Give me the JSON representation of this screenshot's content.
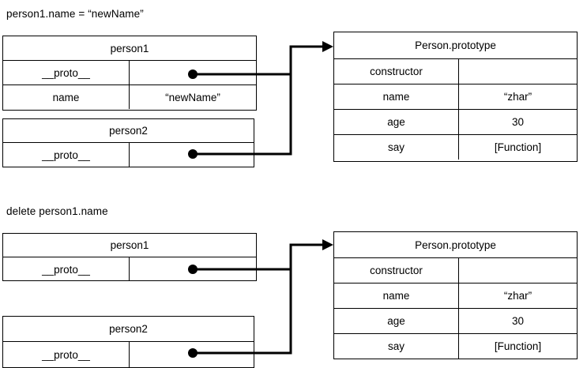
{
  "diagram": {
    "title_assign": "person1.name = “newName”",
    "title_delete": "delete person1.name",
    "ink_color": "#000000",
    "background_color": "#ffffff"
  },
  "sections": {
    "assign": {
      "caption": "person1.name = “newName”",
      "person1": {
        "title": "person1",
        "rows": [
          {
            "key": "__proto__",
            "value": "",
            "value_is_pointer": true
          },
          {
            "key": "name",
            "value": "“newName”",
            "value_is_pointer": false
          }
        ]
      },
      "person2": {
        "title": "person2",
        "rows": [
          {
            "key": "__proto__",
            "value": "",
            "value_is_pointer": true
          }
        ]
      },
      "prototype": {
        "title": "Person.prototype",
        "rows": [
          {
            "key": "constructor",
            "value": ""
          },
          {
            "key": "name",
            "value": "“zhar”"
          },
          {
            "key": "age",
            "value": "30"
          },
          {
            "key": "say",
            "value": "[Function]"
          }
        ]
      },
      "links": [
        {
          "from": "person1.__proto__",
          "to": "Person.prototype"
        },
        {
          "from": "person2.__proto__",
          "to": "Person.prototype"
        }
      ]
    },
    "delete": {
      "caption": "delete person1.name",
      "person1": {
        "title": "person1",
        "rows": [
          {
            "key": "__proto__",
            "value": "",
            "value_is_pointer": true
          }
        ]
      },
      "person2": {
        "title": "person2",
        "rows": [
          {
            "key": "__proto__",
            "value": "",
            "value_is_pointer": true
          }
        ]
      },
      "prototype": {
        "title": "Person.prototype",
        "rows": [
          {
            "key": "constructor",
            "value": ""
          },
          {
            "key": "name",
            "value": "“zhar”"
          },
          {
            "key": "age",
            "value": "30"
          },
          {
            "key": "say",
            "value": "[Function]"
          }
        ]
      },
      "links": [
        {
          "from": "person1.__proto__",
          "to": "Person.prototype"
        },
        {
          "from": "person2.__proto__",
          "to": "Person.prototype"
        }
      ]
    }
  }
}
